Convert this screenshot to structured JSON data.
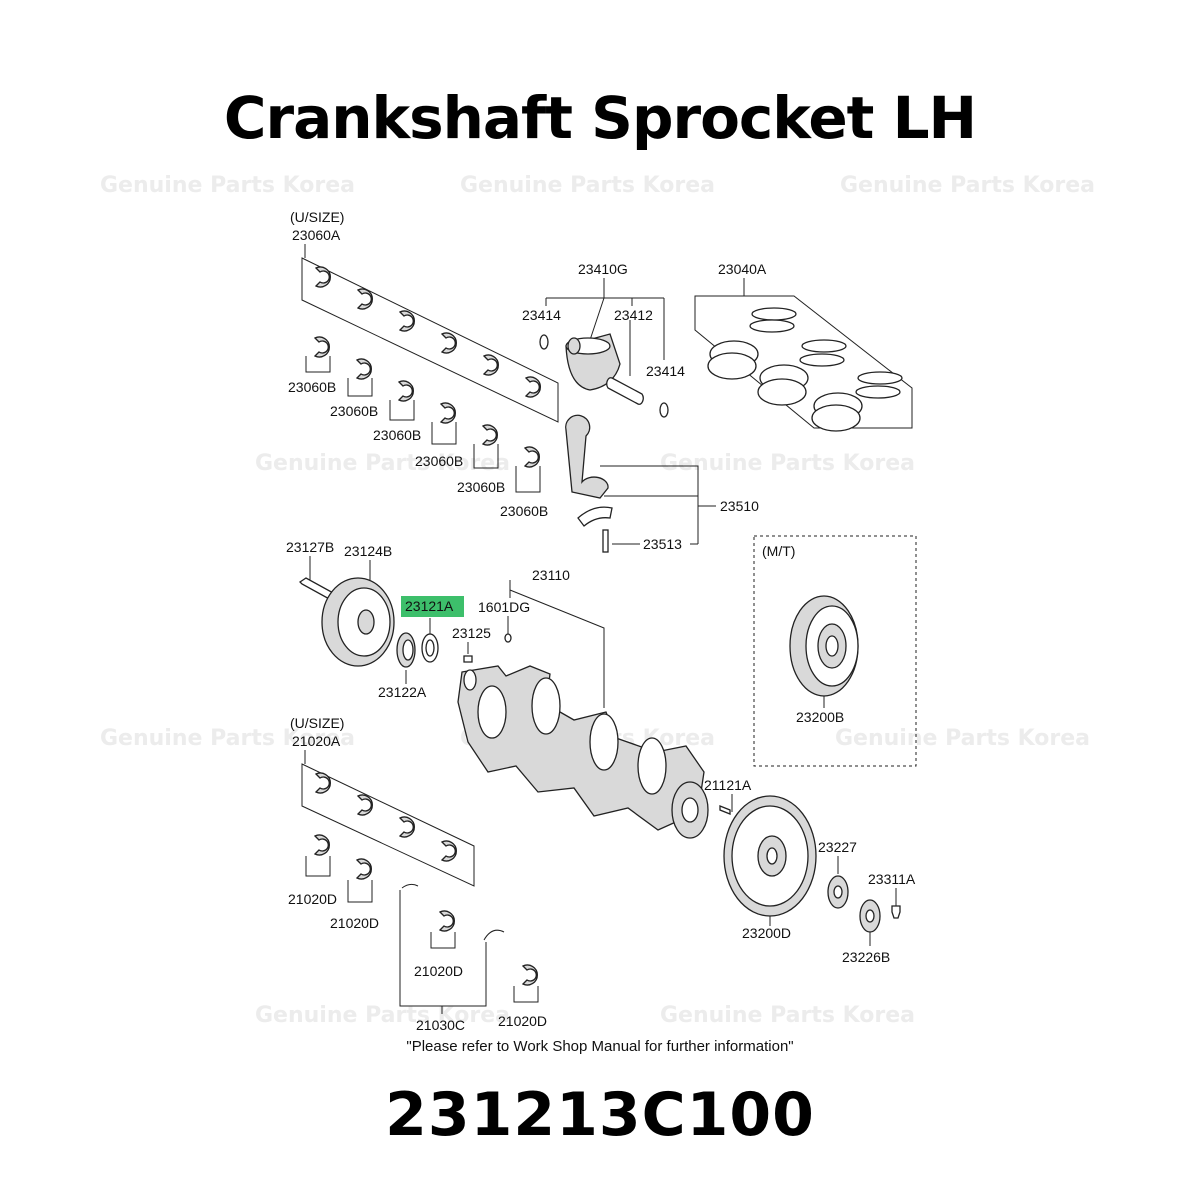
{
  "title": "Crankshaft Sprocket LH",
  "part_number": "231213C100",
  "footer_note": "\"Please refer to Work Shop Manual for further information\"",
  "watermark": "Genuine Parts Korea",
  "highlight_color": "#3dbf6b",
  "labels": {
    "usize_top": "(U/SIZE)",
    "b23060a": "23060A",
    "b23060b": "23060B",
    "p23410g": "23410G",
    "p23414": "23414",
    "p23412": "23412",
    "r23040a": "23040A",
    "c23510": "23510",
    "c23513": "23513",
    "c23127b": "23127B",
    "c23124b": "23124B",
    "c23121a": "23121A",
    "c1601dg": "1601DG",
    "c23125": "23125",
    "c23122a": "23122A",
    "c23110": "23110",
    "mt": "(M/T)",
    "f23200b": "23200B",
    "usize_bottom": "(U/SIZE)",
    "b21020a": "21020A",
    "b21020d": "21020D",
    "b21030c": "21030C",
    "f21121a": "21121A",
    "f23200d": "23200D",
    "f23227": "23227",
    "f23311a": "23311A",
    "f23226b": "23226B"
  }
}
